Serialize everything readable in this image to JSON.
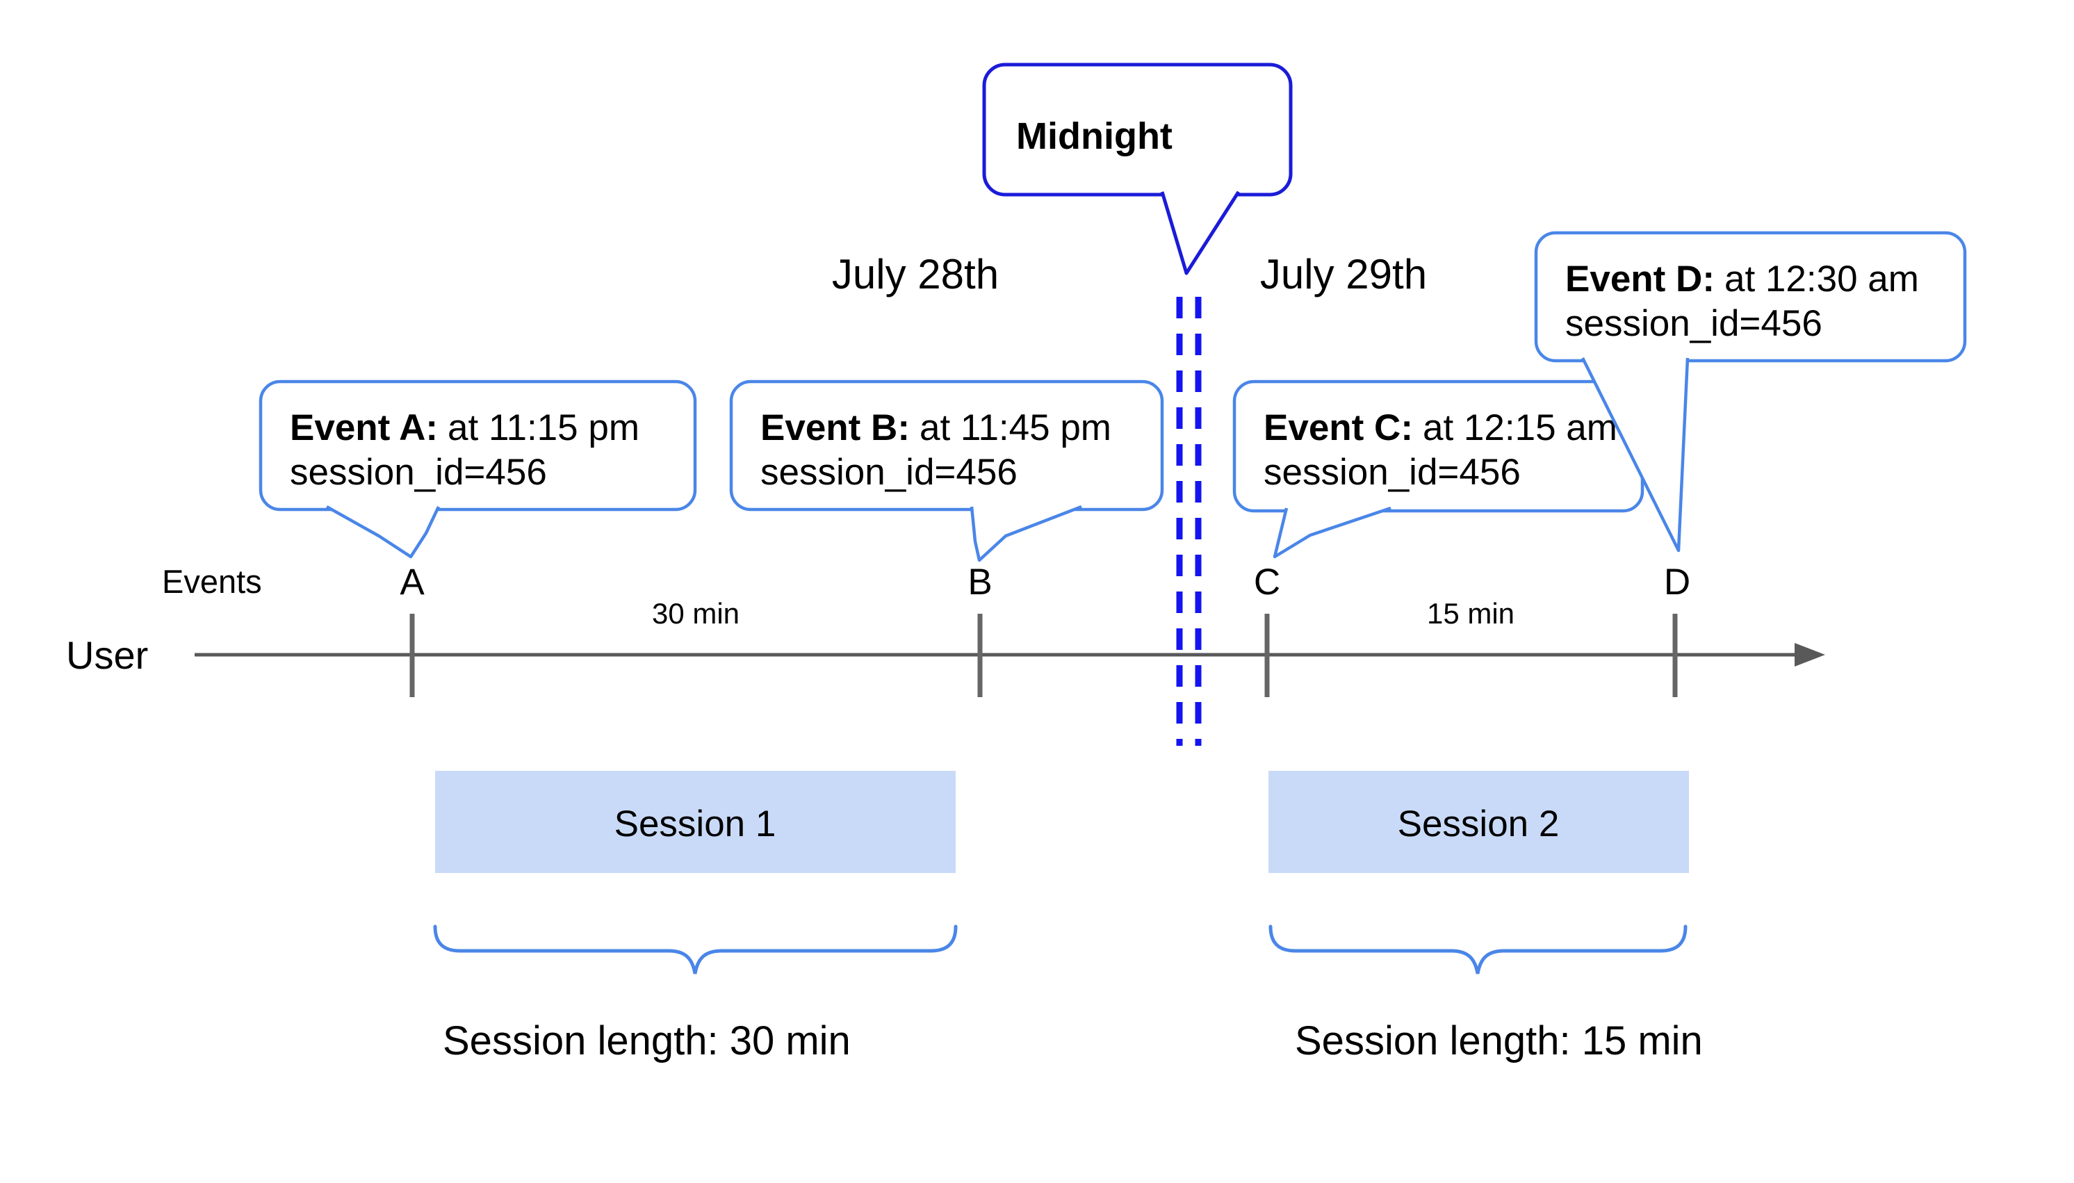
{
  "diagram": {
    "axis": {
      "events_label": "Events",
      "user_label": "User"
    },
    "dates": {
      "left": "July 28th",
      "right": "July 29th"
    },
    "midnight": {
      "label": "Midnight"
    },
    "events": [
      {
        "id": "A",
        "label_bold": "Event A:",
        "time_text": "at 11:15 pm",
        "session_text": "session_id=456"
      },
      {
        "id": "B",
        "label_bold": "Event B:",
        "time_text": "at 11:45 pm",
        "session_text": "session_id=456"
      },
      {
        "id": "C",
        "label_bold": "Event C:",
        "time_text": "at 12:15 am",
        "session_text": "session_id=456"
      },
      {
        "id": "D",
        "label_bold": "Event D:",
        "time_text": "at 12:30 am",
        "session_text": "session_id=456"
      }
    ],
    "gaps": [
      {
        "label": "30 min"
      },
      {
        "label": "15 min"
      }
    ],
    "sessions": [
      {
        "label": "Session 1",
        "length_label": "Session length: 30 min"
      },
      {
        "label": "Session 2",
        "length_label": "Session length: 15 min"
      }
    ],
    "colors": {
      "event_bubble_blue": "#4a86e8",
      "midnight_dark_blue": "#1b1bd9",
      "dashed_line_blue": "#1414f0",
      "session_fill_blue": "#c9daf8",
      "axis_gray": "#595959",
      "tick_gray": "#666666",
      "text_black": "#000000"
    }
  }
}
